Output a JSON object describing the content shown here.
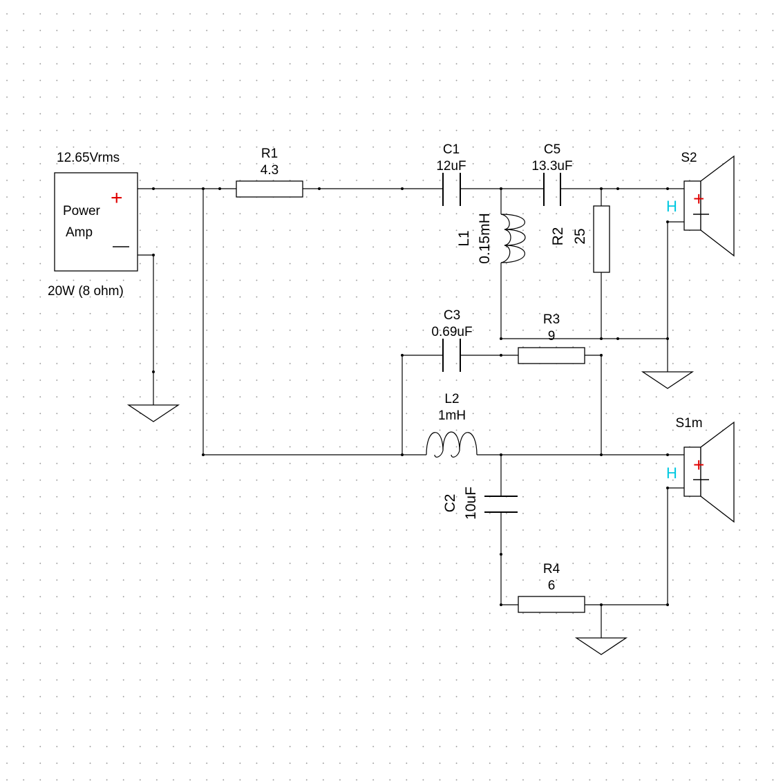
{
  "amplifier": {
    "voltage": "12.65Vrms",
    "name_line1": "Power",
    "name_line2": "Amp",
    "rating": "20W (8 ohm)",
    "plus": "+",
    "minus": "—"
  },
  "components": {
    "R1": {
      "name": "R1",
      "value": "4.3"
    },
    "C1": {
      "name": "C1",
      "value": "12uF"
    },
    "C5": {
      "name": "C5",
      "value": "13.3uF"
    },
    "L1": {
      "name": "L1",
      "value": "0.15mH"
    },
    "R2": {
      "name": "R2",
      "value": "25"
    },
    "C3": {
      "name": "C3",
      "value": "0.69uF"
    },
    "R3": {
      "name": "R3",
      "value": "9"
    },
    "L2": {
      "name": "L2",
      "value": "1mH"
    },
    "C2": {
      "name": "C2",
      "value": "10uF"
    },
    "R4": {
      "name": "R4",
      "value": "6"
    }
  },
  "speakers": {
    "S2": {
      "name": "S2",
      "plus": "+",
      "minus": "—",
      "marker": "H"
    },
    "S1m": {
      "name": "S1m",
      "plus": "+",
      "minus": "—",
      "marker": "H"
    }
  },
  "colors": {
    "plus_sign": "#e00000",
    "speaker_marker": "#00c8e0",
    "wire": "#000000",
    "grid_dot": "#9a9a9a"
  }
}
